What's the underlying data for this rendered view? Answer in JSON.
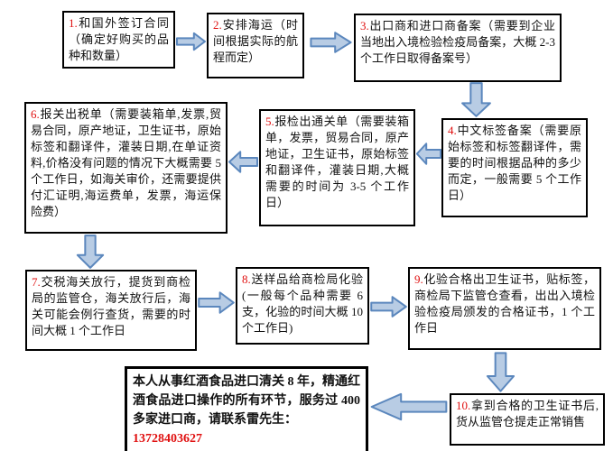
{
  "steps": [
    {
      "num": "1.",
      "text": "和国外签订合同（确定好购买的品种和数量）"
    },
    {
      "num": "2.",
      "text": "安排海运（时间根据实际的航程而定）"
    },
    {
      "num": "3.",
      "text": "出口商和进口商备案（需要到企业当地出入境检验检疫局备案，大概 2-3 个工作日取得备案号）"
    },
    {
      "num": "4.",
      "text": "中文标签备案（需要原始标签和标签翻译件，需要的时间根据品种的多少而定，一般需要 5 个工作日）"
    },
    {
      "num": "5.",
      "text": "报检出通关单（需要装箱单，发票，贸易合同，原产地证，卫生证书，原始标签和翻译件，灌装日期,大概需要的时间为 3-5 个工作日）"
    },
    {
      "num": "6.",
      "text": "报关出税单（需要装箱单,发票,贸易合同，原产地证，卫生证书，原始标签和翻译件，灌装日期,在单证资料,价格没有问题的情况下大概需要 5 个工作日，如海关审价，还需要提供付汇证明,海运费单，发票，海运保险费）"
    },
    {
      "num": "7.",
      "text": "交税海关放行，提货到商检局的监管仓，海关放行后，海关可能会例行查货，需要的时间大概 1 个工作日"
    },
    {
      "num": "8.",
      "text": "送样品给商检局化验(一般每个品种需要 6 支，化验的时间大概 10 个工作日)"
    },
    {
      "num": "9.",
      "text": "化验合格出卫生证书，贴标签，商检局下监管仓查看，出出入境检验检疫局颁发的合格证书，1 个工作日"
    },
    {
      "num": "10.",
      "text": "拿到合格的卫生证书后,货从监管仓提走正常销售"
    }
  ],
  "contact": {
    "text": "本人从事红酒食品进口清关 8 年，精通红酒食品进口操作的所有环节，服务过 400 多家进口商，请联系雷先生：",
    "phone": "13728403627"
  },
  "arrows": [
    {
      "from": "step-1",
      "to": "step-2",
      "direction": "right",
      "icon": "block-arrow-right-icon"
    },
    {
      "from": "step-2",
      "to": "step-3",
      "direction": "right",
      "icon": "block-arrow-right-icon"
    },
    {
      "from": "step-3",
      "to": "step-4",
      "direction": "down",
      "icon": "block-arrow-down-icon"
    },
    {
      "from": "step-4",
      "to": "step-5",
      "direction": "left",
      "icon": "block-arrow-left-icon"
    },
    {
      "from": "step-5",
      "to": "step-6",
      "direction": "left",
      "icon": "block-arrow-left-icon"
    },
    {
      "from": "step-6",
      "to": "step-7",
      "direction": "down",
      "icon": "block-arrow-down-icon"
    },
    {
      "from": "step-7",
      "to": "step-8",
      "direction": "right",
      "icon": "block-arrow-right-icon"
    },
    {
      "from": "step-8",
      "to": "step-9",
      "direction": "right",
      "icon": "block-arrow-right-icon"
    },
    {
      "from": "step-9",
      "to": "step-10",
      "direction": "down",
      "icon": "block-arrow-down-icon"
    },
    {
      "from": "step-10",
      "to": "contact",
      "direction": "left",
      "icon": "block-arrow-left-icon"
    }
  ],
  "colors": {
    "box_border": "#000000",
    "step_number": "#e01010",
    "phone": "#e01010",
    "arrow_fill": "#b8cce4",
    "arrow_stroke": "#5b87bd",
    "background": "#ffffff"
  }
}
